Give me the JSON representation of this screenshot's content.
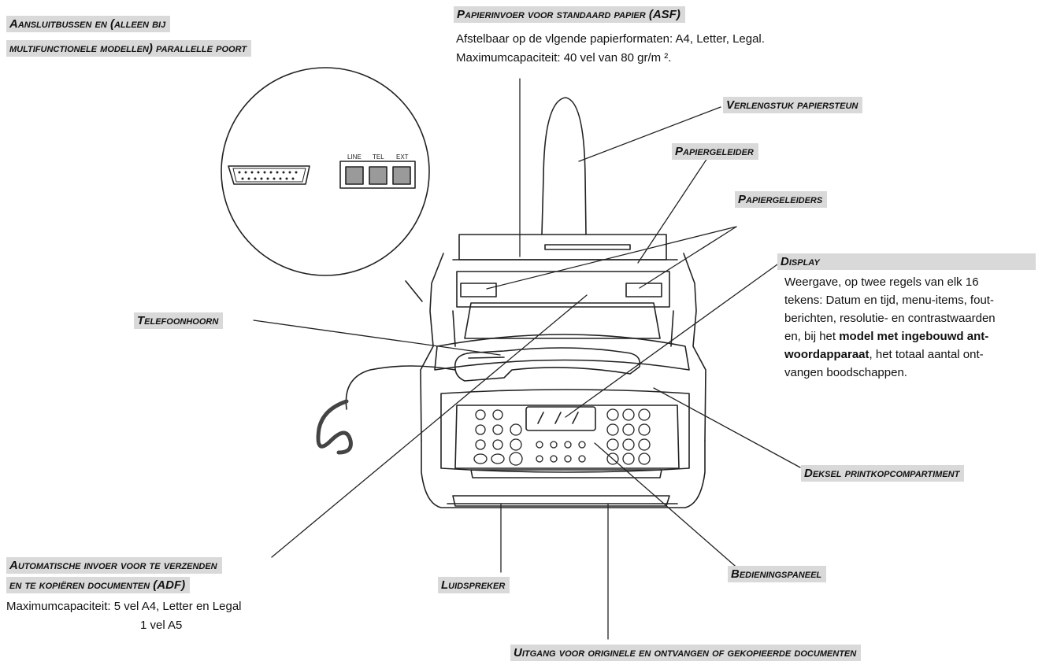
{
  "labels": {
    "ports_line1": "Aansluitbussen en (alleen bij",
    "ports_line2": "multifunctionele modellen) parallelle poort",
    "asf": "Papierinvoer voor standaard papier (ASF)",
    "extension": "Verlengstuk papiersteun",
    "guide": "Papiergeleider",
    "guides": "Papiergeleiders",
    "display": "Display",
    "handset": "Telefoonhoorn",
    "cover": "Deksel printkopcompartiment",
    "adf_line1": "Automatische invoer voor te verzenden",
    "adf_line2": "en te kopiëren documenten (ADF)",
    "speaker": "Luidspreker",
    "panel": "Bedieningspaneel",
    "output": "Uitgang voor originele en ontvangen of gekopieerde documenten"
  },
  "descriptions": {
    "asf_line1": "Afstelbaar op de vlgende papierformaten: A4, Letter, Legal.",
    "asf_line2": "Maximumcapaciteit: 40 vel van 80 gr/m ².",
    "display_line1": "Weergave, op twee regels van elk 16",
    "display_line2": "tekens: Datum en tijd, menu-items, fout-",
    "display_line3": "berichten, resolutie- en contrastwaarden",
    "display_line4_pre": "en, bij het ",
    "display_line4_bold": "model met ingebouwd ant-",
    "display_line5_bold": "woordapparaat",
    "display_line5_post": ", het totaal aantal ont-",
    "display_line6": "vangen boodschappen.",
    "adf_line1": "Maximumcapaciteit: 5 vel A4, Letter en Legal",
    "adf_line2": "1 vel A5"
  },
  "port_labels": {
    "line": "LINE",
    "tel": "TEL",
    "ext": "EXT"
  }
}
